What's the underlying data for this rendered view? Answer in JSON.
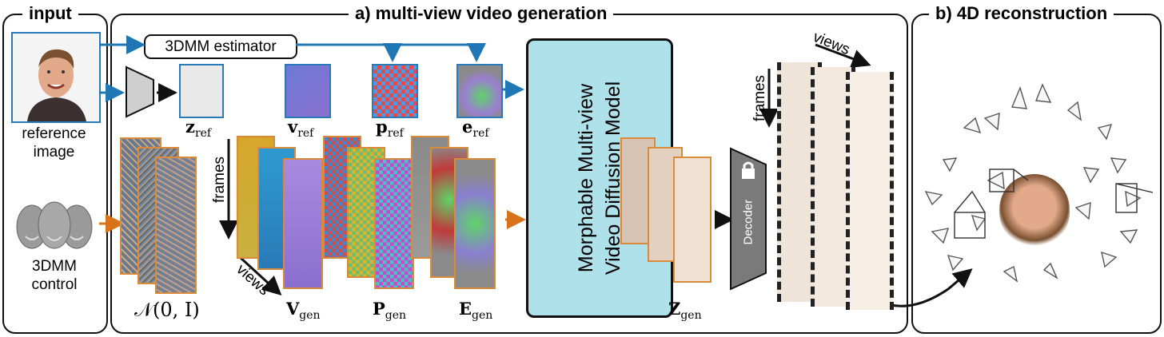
{
  "panels": {
    "input_title": "input",
    "generation_title": "a) multi-view video generation",
    "reconstruction_title": "b) 4D reconstruction"
  },
  "input": {
    "reference_label": "reference image",
    "control_label": "3DMM control"
  },
  "estimator_label": "3DMM estimator",
  "model_label_lines": [
    "Morphable Multi-view",
    "Video Diffusion Model"
  ],
  "decoder_label": "Decoder",
  "axis_labels": {
    "frames": "frames",
    "views": "views"
  },
  "math_labels": {
    "z_ref": {
      "sym": "z",
      "sub": "ref"
    },
    "v_ref": {
      "sym": "v",
      "sub": "ref"
    },
    "p_ref": {
      "sym": "p",
      "sub": "ref"
    },
    "e_ref": {
      "sym": "e",
      "sub": "ref"
    },
    "noise": "𝒩(0, I)",
    "v_gen": {
      "sym": "V",
      "sub": "gen"
    },
    "p_gen": {
      "sym": "P",
      "sub": "gen"
    },
    "e_gen": {
      "sym": "E",
      "sub": "gen"
    },
    "z_gen": {
      "sym": "Z",
      "sub": "gen"
    }
  },
  "colors": {
    "blue_arrow": "#1f77b4",
    "orange_arrow": "#d9731a",
    "model_fill": "#aee1ea",
    "frame_orange": "#d98a3a",
    "frame_blue": "#2a7ab8"
  }
}
